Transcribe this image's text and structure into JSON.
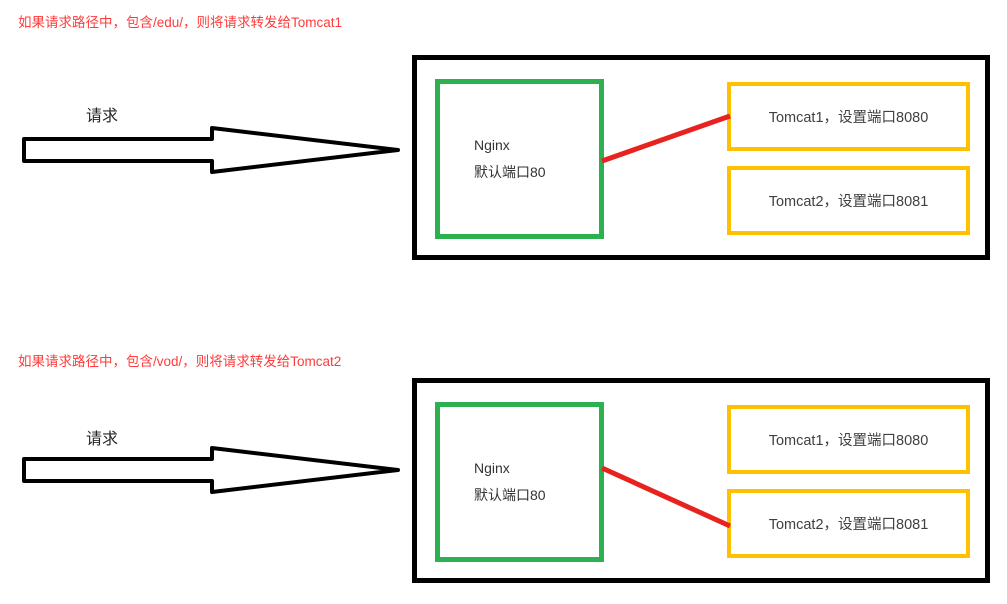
{
  "colors": {
    "background": "#ffffff",
    "title_text": "#ff3b3b",
    "connector_line": "#e8231f",
    "nginx_border": "#2db050",
    "tomcat_border": "#ffc000",
    "outer_border": "#000000",
    "box_text": "#404040"
  },
  "sections": [
    {
      "title": "如果请求路径中，包含/edu/，则将请求转发给Tomcat1",
      "arrow_label": "请求",
      "nginx": {
        "name": "Nginx",
        "port_note": "默认端口80"
      },
      "tomcats": [
        {
          "label": "Tomcat1，设置端口8080"
        },
        {
          "label": "Tomcat2，设置端口8081"
        }
      ],
      "forward_target": "Tomcat1"
    },
    {
      "title": "如果请求路径中，包含/vod/，则将请求转发给Tomcat2",
      "arrow_label": "请求",
      "nginx": {
        "name": "Nginx",
        "port_note": "默认端口80"
      },
      "tomcats": [
        {
          "label": "Tomcat1，设置端口8080"
        },
        {
          "label": "Tomcat2，设置端口8081"
        }
      ],
      "forward_target": "Tomcat2"
    }
  ]
}
